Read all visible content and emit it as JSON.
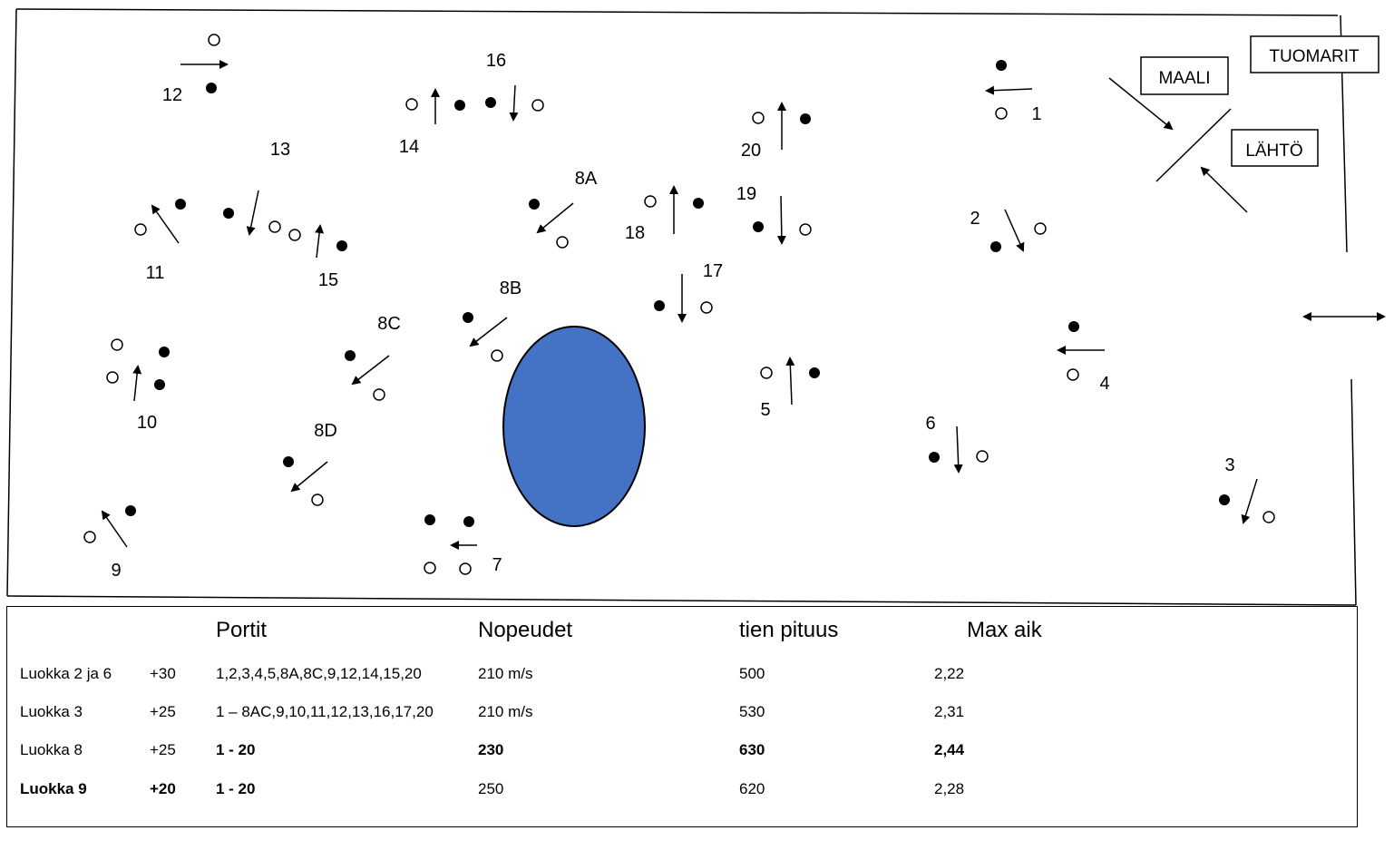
{
  "gates": [
    {
      "label": "1"
    },
    {
      "label": "2"
    },
    {
      "label": "3"
    },
    {
      "label": "4"
    },
    {
      "label": "5"
    },
    {
      "label": "6"
    },
    {
      "label": "7"
    },
    {
      "label": "8A"
    },
    {
      "label": "8B"
    },
    {
      "label": "8C"
    },
    {
      "label": "8D"
    },
    {
      "label": "9"
    },
    {
      "label": "10"
    },
    {
      "label": "11"
    },
    {
      "label": "12"
    },
    {
      "label": "13"
    },
    {
      "label": "14"
    },
    {
      "label": "15"
    },
    {
      "label": "16"
    },
    {
      "label": "17"
    },
    {
      "label": "18"
    },
    {
      "label": "19"
    },
    {
      "label": "20"
    }
  ],
  "boxes": {
    "maali": "MAALI",
    "tuomarit": "TUOMARIT",
    "lahto": "LÄHTÖ"
  },
  "obstacle_color": "#4472C4",
  "table": {
    "headers": {
      "portit": "Portit",
      "nopeudet": "Nopeudet",
      "tien_pituus": "tien pituus",
      "max_aik": "Max aik"
    },
    "rows": [
      {
        "luokka": "Luokka 2 ja 6",
        "plus": "+30",
        "portit": "1,2,3,4,5,8A,8C,9,12,14,15,20",
        "nopeudet": "210 m/s",
        "pituus": "500",
        "max": "2,22"
      },
      {
        "luokka": "Luokka 3",
        "plus": "+25",
        "portit": "1 – 8AC,9,10,11,12,13,16,17,20",
        "nopeudet": "210 m/s",
        "pituus": "530",
        "max": "2,31"
      },
      {
        "luokka": "Luokka 8",
        "plus": "+25",
        "portit": "1 - 20",
        "nopeudet": "230",
        "pituus": "630",
        "max": "2,44"
      },
      {
        "luokka": "Luokka 9",
        "plus": "+20",
        "portit": "1 - 20",
        "nopeudet": "250",
        "pituus": "620",
        "max": "2,28"
      }
    ]
  }
}
